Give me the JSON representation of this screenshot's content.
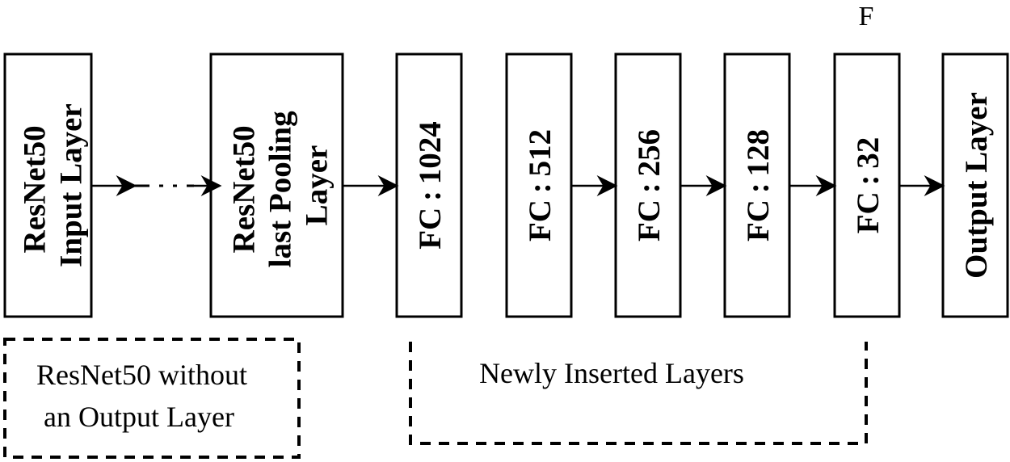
{
  "corner_mark": "F",
  "layers": [
    {
      "id": "input",
      "lines": [
        "ResNet50",
        "Input Layer"
      ]
    },
    {
      "id": "pool",
      "lines": [
        "ResNet50",
        "last Pooling",
        "Layer"
      ]
    },
    {
      "id": "fc1024",
      "lines": [
        "FC : 1024"
      ]
    },
    {
      "id": "fc512",
      "lines": [
        "FC : 512"
      ]
    },
    {
      "id": "fc256",
      "lines": [
        "FC : 256"
      ]
    },
    {
      "id": "fc128",
      "lines": [
        "FC : 128"
      ]
    },
    {
      "id": "fc32",
      "lines": [
        "FC : 32"
      ]
    },
    {
      "id": "output",
      "lines": [
        "Output Layer"
      ]
    }
  ],
  "groups": {
    "backbone": {
      "lines": [
        "ResNet50 without",
        "an Output Layer"
      ]
    },
    "inserted": {
      "lines": [
        "Newly Inserted Layers"
      ]
    }
  },
  "colors": {
    "stroke": "#000000",
    "background": "#ffffff"
  }
}
